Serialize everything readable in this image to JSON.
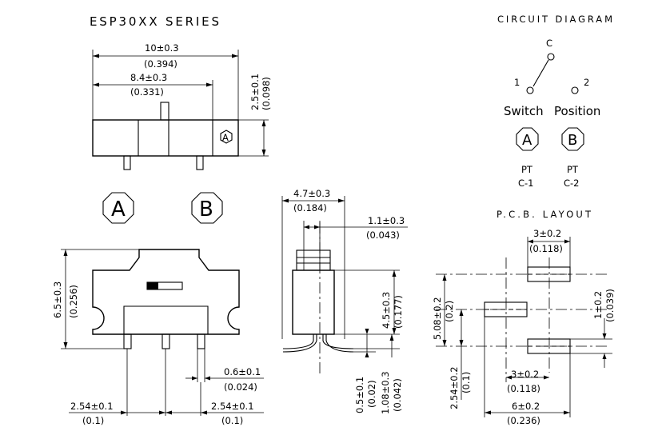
{
  "title": "ESP30XX SERIES",
  "circuit": {
    "title": "CIRCUIT DIAGRAM",
    "terminal_c": "C",
    "terminal_1": "1",
    "terminal_2": "2",
    "switch_word": "Switch",
    "position_word": "Position",
    "pos_a": "A",
    "pos_b": "B",
    "pt": "PT",
    "conn_a": "C-1",
    "conn_b": "C-2"
  },
  "top_view": {
    "overall_width": "10±0.3",
    "overall_width_in": "(0.394)",
    "inner_width": "8.4±0.3",
    "inner_width_in": "(0.331)",
    "height": "2.5±0.1",
    "height_in": "(0.098)",
    "marker": "A"
  },
  "positions": {
    "a": "A",
    "b": "B"
  },
  "front_view": {
    "height": "6.5±0.3",
    "height_in": "(0.256)",
    "pin_width": "0.6±0.1",
    "pin_width_in": "(0.024)",
    "pitch_left": "2.54±0.1",
    "pitch_left_in": "(0.1)",
    "pitch_right": "2.54±0.1",
    "pitch_right_in": "(0.1)"
  },
  "side_view": {
    "width": "4.7±0.3",
    "width_in": "(0.184)",
    "lever": "1.1±0.3",
    "lever_in": "(0.043)",
    "body_height": "4.5±0.3",
    "body_height_in": "(0.177)",
    "lead_offset": "0.5±0.1",
    "lead_offset_in": "(0.02)",
    "lead_length": "1.08±0.3",
    "lead_length_in": "(0.042)"
  },
  "pcb": {
    "title": "P.C.B. LAYOUT",
    "pad_length": "3±0.2",
    "pad_length_in": "(0.118)",
    "pad_height": "1±0.2",
    "pad_height_in": "(0.039)",
    "row_span": "5.08±0.2",
    "row_span_in": "(0.2)",
    "row_pitch": "2.54±0.2",
    "row_pitch_in": "(0.1)",
    "center_pad": "3±0.2",
    "center_pad_in": "(0.118)",
    "overall": "6±0.2",
    "overall_in": "(0.236)"
  }
}
